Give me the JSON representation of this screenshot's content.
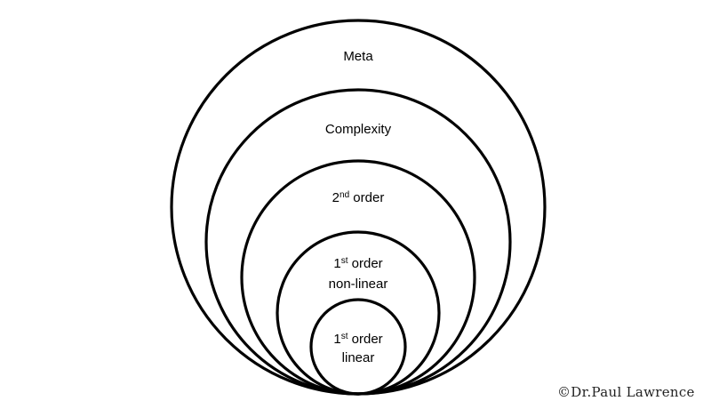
{
  "diagram": {
    "title": "Nested circles of order",
    "rings": [
      {
        "id": "meta",
        "lines": [
          {
            "base": "Meta",
            "sup": "",
            "rest": ""
          }
        ]
      },
      {
        "id": "complexity",
        "lines": [
          {
            "base": "Complexity",
            "sup": "",
            "rest": ""
          }
        ]
      },
      {
        "id": "second-order",
        "lines": [
          {
            "base": "2",
            "sup": "nd",
            "rest": " order"
          }
        ]
      },
      {
        "id": "first-order-non-linear",
        "lines": [
          {
            "base": "1",
            "sup": "st",
            "rest": " order"
          },
          {
            "base": "non-linear",
            "sup": "",
            "rest": ""
          }
        ]
      },
      {
        "id": "first-order-linear",
        "lines": [
          {
            "base": "1",
            "sup": "st",
            "rest": " order"
          },
          {
            "base": "linear",
            "sup": "",
            "rest": ""
          }
        ]
      }
    ],
    "stroke_color": "#000000"
  },
  "credit": "©Dr.Paul Lawrence"
}
